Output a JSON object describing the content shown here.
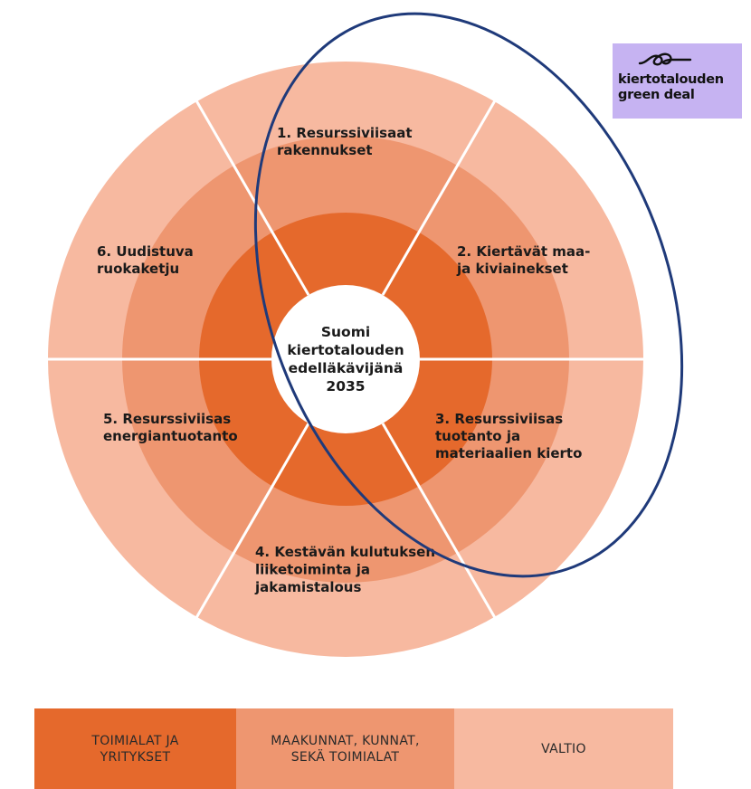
{
  "center": [
    "Suomi",
    "kiertotalouden",
    "edelläkävijänä",
    "2035"
  ],
  "segments": [
    {
      "lines": [
        "1. Resurssiviisaat",
        "rakennukset"
      ]
    },
    {
      "lines": [
        "2. Kiertävät maa-",
        "ja kiviainekset"
      ]
    },
    {
      "lines": [
        "3. Resurssiviisas",
        "tuotanto ja",
        "materiaalien kierto"
      ]
    },
    {
      "lines": [
        "4. Kestävän kulutuksen",
        "liiketoiminta ja",
        "jakamistalous"
      ]
    },
    {
      "lines": [
        "5. Resurssiviisas",
        "energiantuotanto"
      ]
    },
    {
      "lines": [
        "6. Uudistuva",
        "ruokaketju"
      ]
    }
  ],
  "logo": {
    "line1": "kiertotalouden",
    "line2": "green deal"
  },
  "legend": [
    {
      "label": "TOIMIALAT JA\nYRITYKSET",
      "color": "#e5692c"
    },
    {
      "label": "MAAKUNNAT, KUNNAT,\nSEKÄ TOIMIALAT",
      "color": "#ee9670"
    },
    {
      "label": "VALTIO",
      "color": "#f7b9a0"
    }
  ],
  "colors": {
    "ring_inner": "#e5692c",
    "ring_middle": "#ee9670",
    "ring_outer": "#f7b9a0",
    "highlight_ellipse": "#1f3a7a"
  }
}
